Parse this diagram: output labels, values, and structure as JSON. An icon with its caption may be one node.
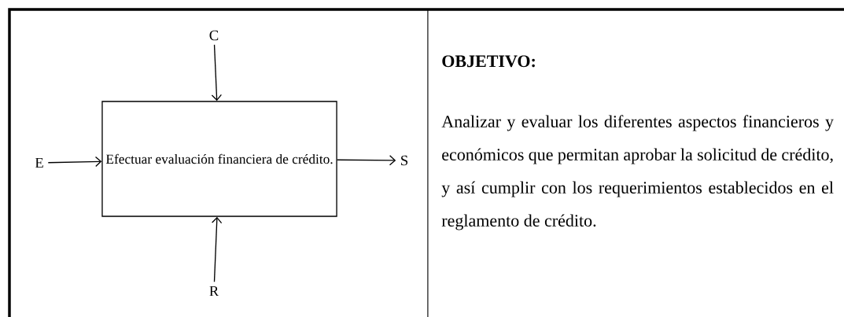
{
  "diagram": {
    "nodes": [
      {
        "text": [
          "Efectuar evaluación financiera de crédito."
        ]
      },
      {
        "text": [
          "C"
        ]
      },
      {
        "text": [
          "E"
        ]
      },
      {
        "text": [
          "R"
        ]
      },
      {
        "text": [
          "S"
        ]
      }
    ],
    "edges": [
      {
        "from": 1,
        "to": 0,
        "arrow": "to"
      },
      {
        "from": 2,
        "to": 0,
        "arrow": "to"
      },
      {
        "from": 3,
        "to": 0,
        "arrow": "to"
      },
      {
        "from": 0,
        "to": 4,
        "arrow": "to"
      }
    ],
    "labels": [
      "OBJETIVO:",
      "Analizar y evaluar los diferentes aspectos financieros y económicos que permitan aprobar la solicitud de crédito, y así cumplir con los requerimientos establecidos en el reglamento de crédito."
    ]
  }
}
